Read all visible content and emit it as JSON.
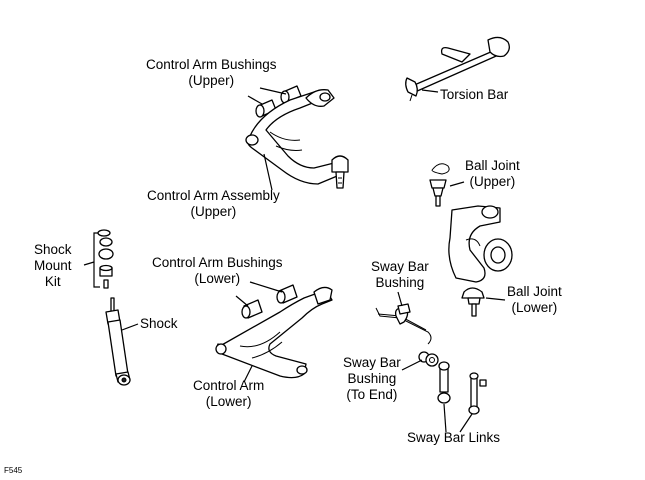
{
  "labels": {
    "control_arm_bushings_upper": [
      "Control Arm Bushings",
      "(Upper)"
    ],
    "torsion_bar": [
      "Torsion Bar"
    ],
    "control_arm_assembly_upper": [
      "Control Arm Assembly",
      "(Upper)"
    ],
    "ball_joint_upper": [
      "Ball Joint",
      "(Upper)"
    ],
    "shock_mount_kit": [
      "Shock",
      "Mount",
      "Kit"
    ],
    "control_arm_bushings_lower": [
      "Control Arm Bushings",
      "(Lower)"
    ],
    "sway_bar_bushing": [
      "Sway Bar",
      "Bushing"
    ],
    "ball_joint_lower": [
      "Ball Joint",
      "(Lower)"
    ],
    "shock": [
      "Shock"
    ],
    "sway_bar_bushing_to_end": [
      "Sway Bar",
      "Bushing",
      "(To End)"
    ],
    "control_arm_lower": [
      "Control Arm",
      "(Lower)"
    ],
    "sway_bar_links": [
      "Sway Bar Links"
    ]
  },
  "figure_code": "F545",
  "colors": {
    "line": "#000000",
    "background": "#ffffff"
  }
}
